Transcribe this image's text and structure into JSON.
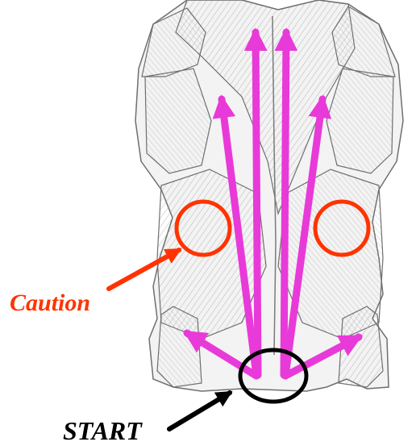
{
  "labels": {
    "caution": "Caution",
    "start": "START"
  },
  "colors": {
    "arrow": "#e83ad8",
    "caution": "#ff3300",
    "start": "#000000",
    "muscle_fill": "#f3f3f3",
    "muscle_line": "#6f6f6f"
  },
  "icons": {
    "caution_marker": "red-circle-outline",
    "start_marker": "black-ellipse-outline",
    "direction": "magenta-arrow"
  }
}
